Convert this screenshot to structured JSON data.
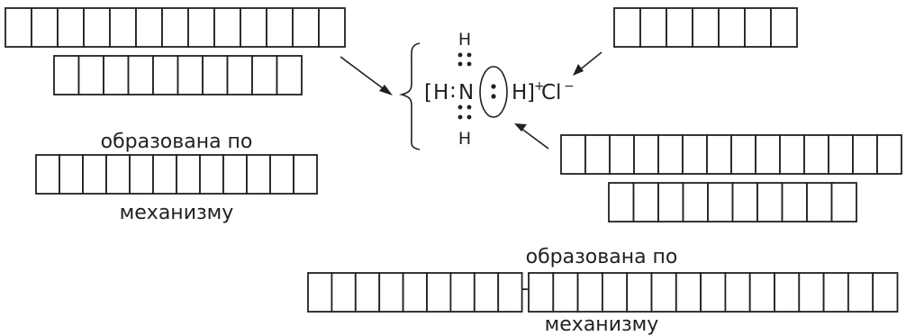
{
  "colors": {
    "ink": "#231f20",
    "background": "#ffffff"
  },
  "left_block": {
    "row1_cells": 13,
    "row2_cells": 10,
    "label_formed": "образована по",
    "row3_cells": 12,
    "label_mechanism": "механизму"
  },
  "top_right_block": {
    "cells": 7
  },
  "right_block": {
    "row1_cells": 14,
    "row2_cells": 10,
    "label_formed": "образована по",
    "row3a_cells": 9,
    "separator": "-",
    "row3b_cells": 15,
    "label_mechanism": "механизму"
  },
  "formula": {
    "bracket_open": "[",
    "h_left": "H",
    "colon": ":",
    "n": "N",
    "h_top": "H",
    "h_bottom": "H",
    "h_right": "H",
    "bracket_close": "]",
    "charge_plus": "+",
    "cl": "Cl",
    "charge_minus": "−"
  }
}
